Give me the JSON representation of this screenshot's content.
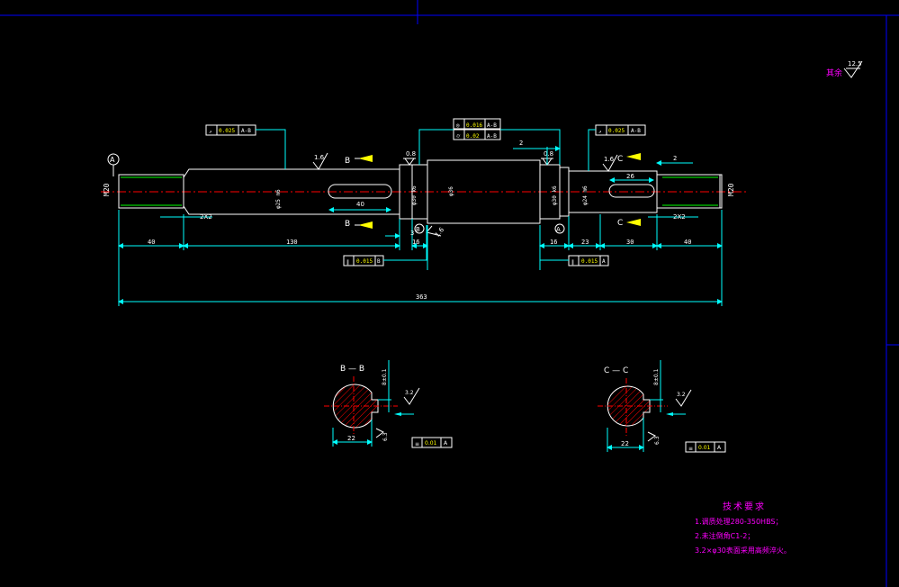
{
  "colors": {
    "background": "#000000",
    "outline": "#ffffff",
    "dimension": "#00ffff",
    "centerline": "#ff0000",
    "hatch": "#ff0000",
    "thread": "#00ff00",
    "note": "#ff00ff",
    "marker": "#ffff00",
    "frame": "#0000ff",
    "tolerance_value": "#ffff00"
  },
  "roughness_other": {
    "label": "其余",
    "value": "12.5"
  },
  "datums": {
    "a": "A",
    "b": "B"
  },
  "thread_left": "M20",
  "thread_right": "M20",
  "key_slot_left": "40",
  "key_slot_right": "26",
  "chamfer_left": "2X2",
  "chamfer_right": "2X2",
  "diameters": {
    "left_body": "φ25 m6",
    "bearing_left": "φ30 k6",
    "center": "φ36",
    "bearing_right": "φ30 k6",
    "right_body": "φ24 m6"
  },
  "roughness": {
    "r16a": "1.6",
    "r08a": "0.8",
    "r08b": "0.8",
    "r16b": "1.6",
    "r16c": "1.6",
    "r32a": "3.2",
    "r32b": "3.2",
    "r63a": "6.3",
    "r63b": "6.3"
  },
  "tolerance_frames": {
    "runout_left": {
      "symbol": "↗",
      "value": "0.025",
      "datum": "A-B"
    },
    "top_1": {
      "symbol": "◎",
      "value": "0.016",
      "datum": "A-B"
    },
    "top_2": {
      "symbol": "⌭",
      "value": "0.02",
      "datum": "A-B"
    },
    "runout_right": {
      "symbol": "↗",
      "value": "0.025",
      "datum": "A-B"
    },
    "parallel_left": {
      "symbol": "∥",
      "value": "0.015",
      "datum": "B"
    },
    "parallel_right": {
      "symbol": "∥",
      "value": "0.015",
      "datum": "A"
    },
    "section_b": {
      "symbol": "≡",
      "value": "0.01",
      "datum": "A"
    },
    "section_c": {
      "symbol": "≡",
      "value": "0.01",
      "datum": "A"
    }
  },
  "dimensions": {
    "d40_left": "40",
    "d130": "130",
    "d16_left": "16",
    "d3": "3",
    "d2_top": "2",
    "d16_right": "16",
    "d23": "23",
    "d30": "30",
    "d40_right": "40",
    "d2_right": "2",
    "d363": "363"
  },
  "section_labels": {
    "b_top_left": "B",
    "b_bottom_left": "B",
    "c_top": "C",
    "c_bottom": "C",
    "section_b_title": "B — B",
    "section_c_title": "C — C"
  },
  "sections": {
    "b": {
      "width": "22",
      "slot_depth": "8±0.1"
    },
    "c": {
      "width": "22",
      "slot_depth": "8±0.1"
    }
  },
  "technical_requirements": {
    "title": "技术要求",
    "line1": "1.调质处理280-350HBS；",
    "line2": "2.未注倒角C1-2；",
    "line3": "3.2×φ30表面采用高频淬火。"
  }
}
